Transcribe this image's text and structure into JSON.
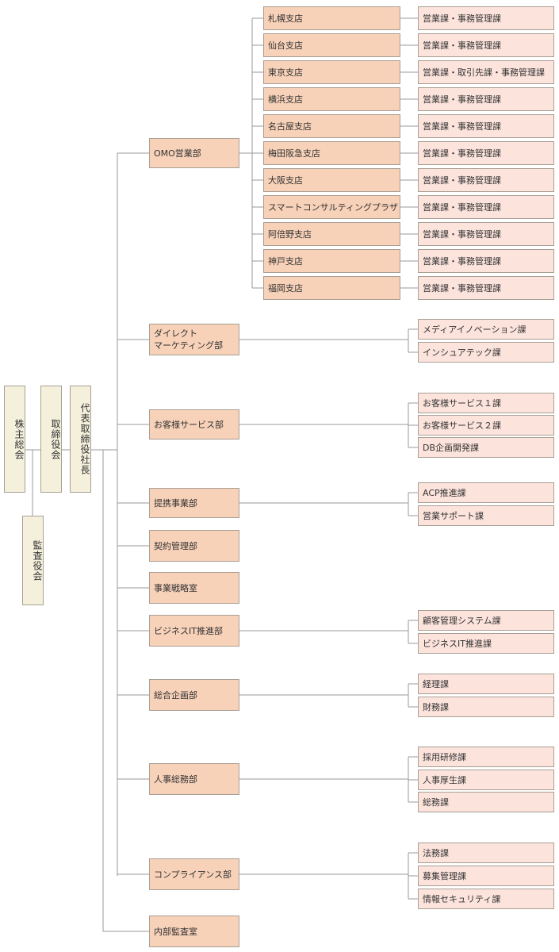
{
  "executives": {
    "shareholders": "株主総会",
    "board": "取締役会",
    "president": "代表取締役社長",
    "auditors": "監査役会"
  },
  "departments": [
    {
      "name": "OMO営業部",
      "sections": []
    },
    {
      "name": "ダイレクト\nマーケティング部",
      "sections": [
        "メディアイノベーション課",
        "インシュアテック課"
      ]
    },
    {
      "name": "お客様サービス部",
      "sections": [
        "お客様サービス１課",
        "お客様サービス２課",
        "DB企画開発課"
      ]
    },
    {
      "name": "提携事業部",
      "sections": [
        "ACP推進課",
        "営業サポート課"
      ]
    },
    {
      "name": "契約管理部",
      "sections": []
    },
    {
      "name": "事業戦略室",
      "sections": []
    },
    {
      "name": "ビジネスIT推進部",
      "sections": [
        "顧客管理システム課",
        "ビジネスIT推進課"
      ]
    },
    {
      "name": "総合企画部",
      "sections": [
        "経理課",
        "財務課"
      ]
    },
    {
      "name": "人事総務部",
      "sections": [
        "採用研修課",
        "人事厚生課",
        "総務課"
      ]
    },
    {
      "name": "コンプライアンス部",
      "sections": [
        "法務課",
        "募集管理課",
        "情報セキュリティ課"
      ]
    },
    {
      "name": "内部監査室",
      "sections": []
    }
  ],
  "omo_branches": [
    {
      "name": "札幌支店",
      "sections": "営業課・事務管理課"
    },
    {
      "name": "仙台支店",
      "sections": "営業課・事務管理課"
    },
    {
      "name": "東京支店",
      "sections": "営業課・取引先課・事務管理課"
    },
    {
      "name": "横浜支店",
      "sections": "営業課・事務管理課"
    },
    {
      "name": "名古屋支店",
      "sections": "営業課・事務管理課"
    },
    {
      "name": "梅田阪急支店",
      "sections": "営業課・事務管理課"
    },
    {
      "name": "大阪支店",
      "sections": "営業課・事務管理課"
    },
    {
      "name": "スマートコンサルティングプラザ",
      "sections": "営業課・事務管理課"
    },
    {
      "name": "阿倍野支店",
      "sections": "営業課・事務管理課"
    },
    {
      "name": "神戸支店",
      "sections": "営業課・事務管理課"
    },
    {
      "name": "福岡支店",
      "sections": "営業課・事務管理課"
    }
  ]
}
